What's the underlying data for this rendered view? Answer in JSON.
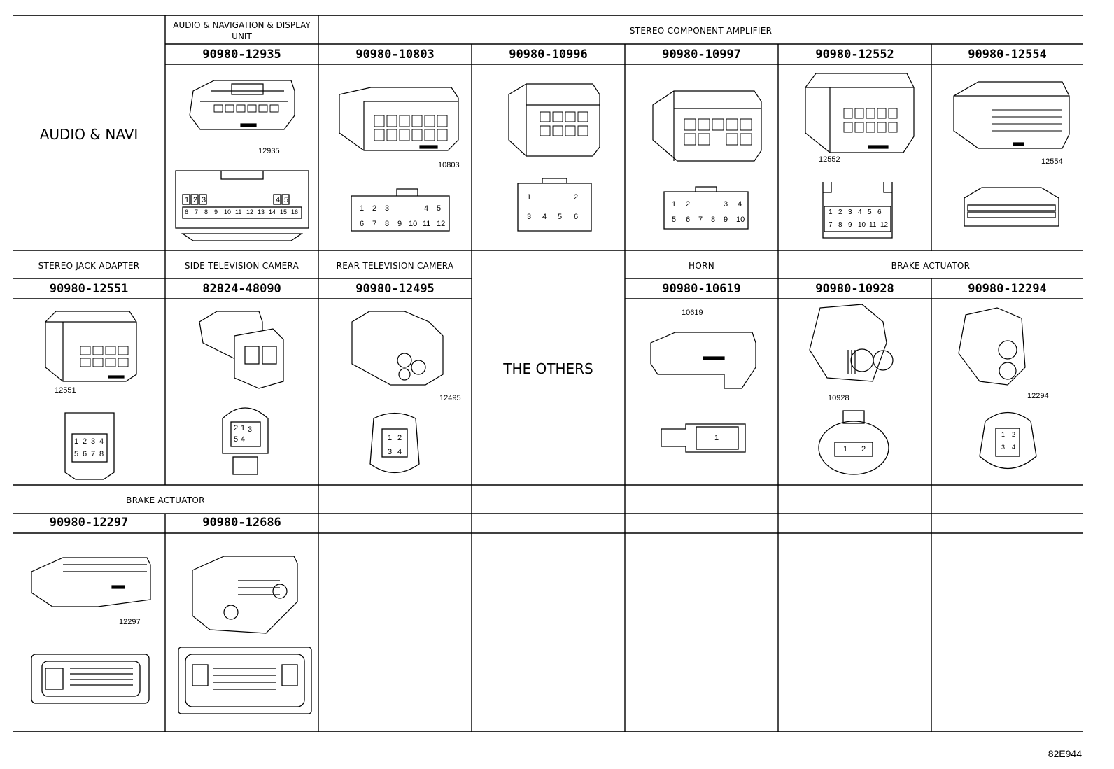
{
  "row1": {
    "section_label": "AUDIO & NAVI",
    "audio_nav_unit": "AUDIO & NAVIGATION & DISPLAY UNIT",
    "amplifier": "STEREO COMPONENT AMPLIFIER",
    "parts": [
      "90980-12935",
      "90980-10803",
      "90980-10996",
      "90980-10997",
      "90980-12552",
      "90980-12554"
    ],
    "callouts": [
      "12935",
      "10803",
      "12552",
      "12554"
    ]
  },
  "row2": {
    "headers": [
      "STEREO JACK ADAPTER",
      "SIDE TELEVISION CAMERA",
      "REAR TELEVISION CAMERA",
      "HORN",
      "BRAKE ACTUATOR"
    ],
    "parts": [
      "90980-12551",
      "82824-48090",
      "90980-12495",
      "90980-10619",
      "90980-10928",
      "90980-12294"
    ],
    "others_label": "THE OTHERS",
    "callouts": [
      "12551",
      "12495",
      "10619",
      "10928",
      "12294"
    ]
  },
  "row3": {
    "header": "BRAKE ACTUATOR",
    "parts": [
      "90980-12297",
      "90980-12686"
    ],
    "callouts": [
      "12297"
    ]
  },
  "pins": {
    "p12935_top": [
      "1",
      "2",
      "3",
      "4",
      "5"
    ],
    "p12935_bottom": [
      "6",
      "7",
      "8",
      "9",
      "10",
      "11",
      "12",
      "13",
      "14",
      "15",
      "16"
    ],
    "p10803_top": [
      "1",
      "2",
      "3",
      "4",
      "5"
    ],
    "p10803_bottom": [
      "6",
      "7",
      "8",
      "9",
      "10",
      "11",
      "12"
    ],
    "p10996": [
      "1",
      "2",
      "3",
      "4",
      "5",
      "6"
    ],
    "p10997_top": [
      "1",
      "2",
      "3",
      "4"
    ],
    "p10997_bottom": [
      "5",
      "6",
      "7",
      "8",
      "9",
      "10"
    ],
    "p12552_top": [
      "1",
      "2",
      "3",
      "4",
      "5",
      "6"
    ],
    "p12552_bottom": [
      "7",
      "8",
      "9",
      "10",
      "11",
      "12"
    ],
    "p12551": [
      "1",
      "2",
      "3",
      "4",
      "5",
      "6",
      "7",
      "8"
    ],
    "p48090": [
      "2",
      "1",
      "3",
      "5",
      "4"
    ],
    "p12495": [
      "1",
      "2",
      "3",
      "4"
    ],
    "p10619": [
      "1"
    ],
    "p10928": [
      "1",
      "2"
    ],
    "p12294": [
      "1",
      "2",
      "3",
      "4"
    ]
  },
  "figure_code": "82E944"
}
